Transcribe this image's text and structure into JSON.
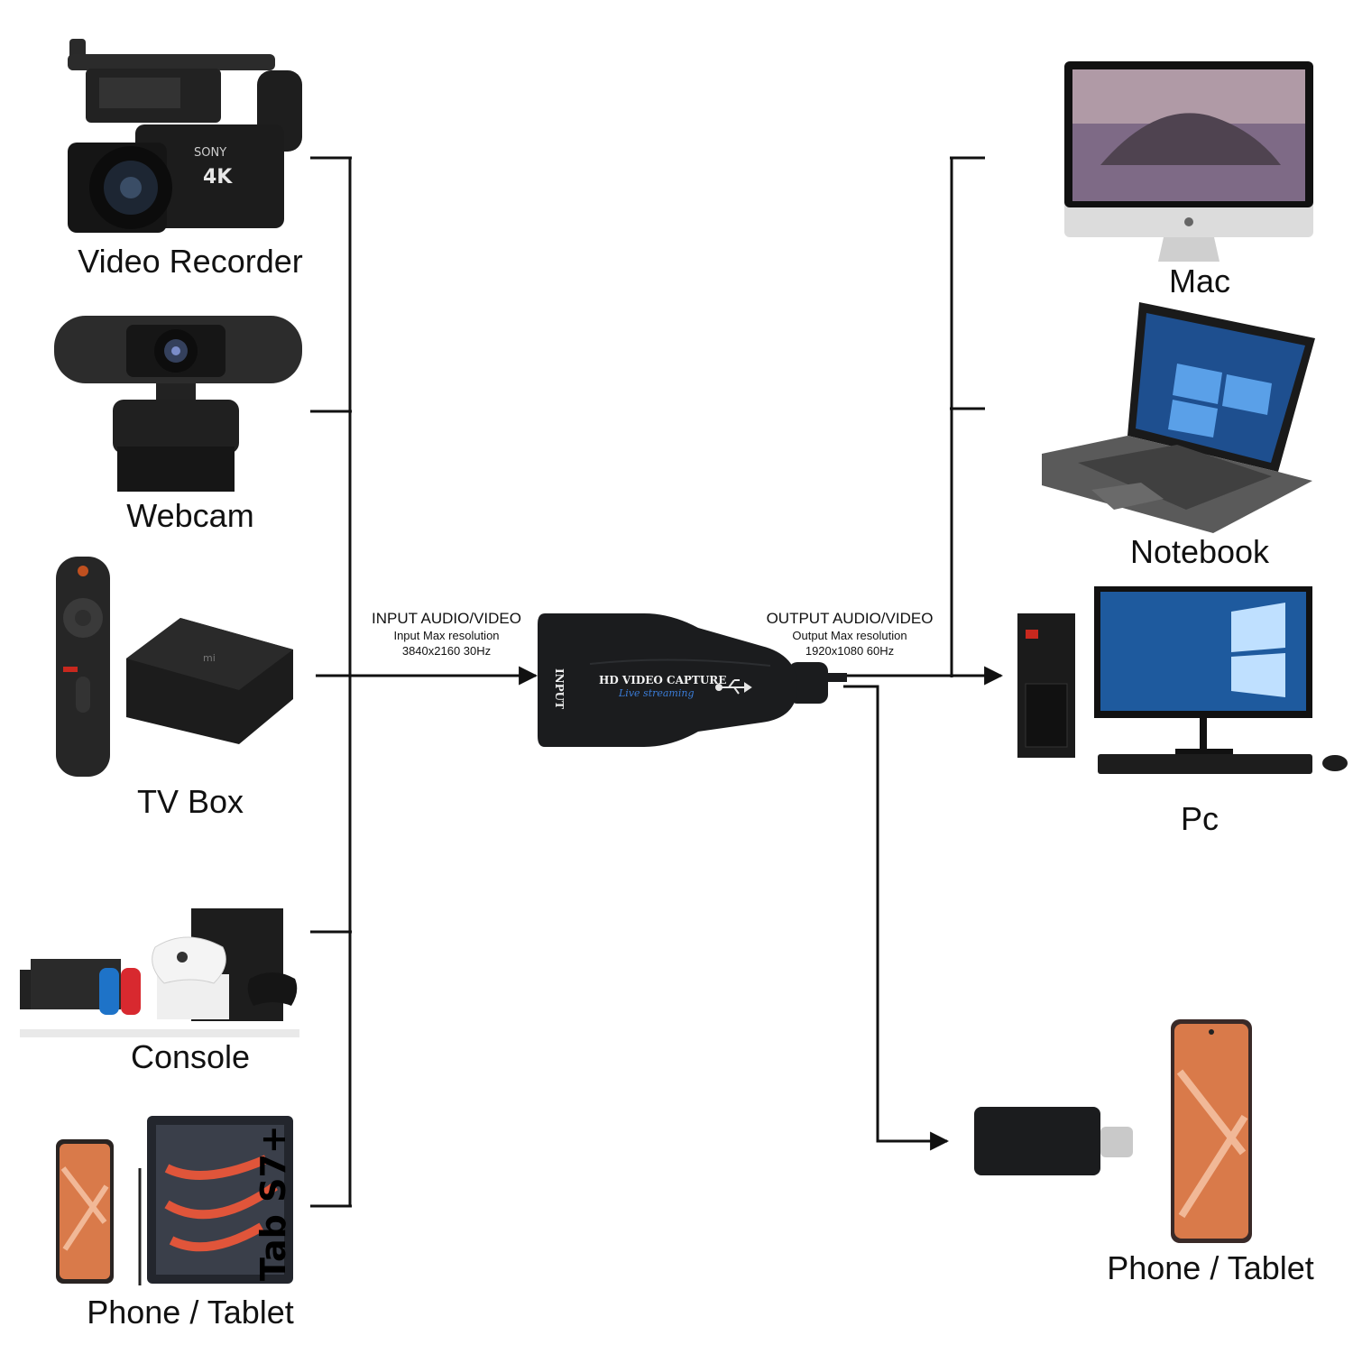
{
  "inputs": {
    "video_recorder": "Video Recorder",
    "webcam": "Webcam",
    "tv_box": "TV Box",
    "console": "Console",
    "phone_tablet": "Phone / Tablet"
  },
  "outputs": {
    "mac": "Mac",
    "notebook": "Notebook",
    "pc": "Pc",
    "phone_tablet": "Phone / Tablet"
  },
  "input_spec": {
    "title": "INPUT AUDIO/VIDEO",
    "line1": "Input Max resolution",
    "line2": "3840x2160 30Hz"
  },
  "output_spec": {
    "title": "OUTPUT AUDIO/VIDEO",
    "line1": "Output Max resolution",
    "line2": "1920x1080 60Hz"
  },
  "device": {
    "port_label": "INPUT",
    "name": "HD VIDEO CAPTURE",
    "tagline": "Live streaming"
  },
  "camcorder": {
    "brand": "SONY",
    "badge": "4K"
  },
  "tablet": {
    "model": "Tab S7+"
  },
  "colors": {
    "line": "#111111",
    "device": "#1b1c1e",
    "accent": "#3a7bd5"
  }
}
